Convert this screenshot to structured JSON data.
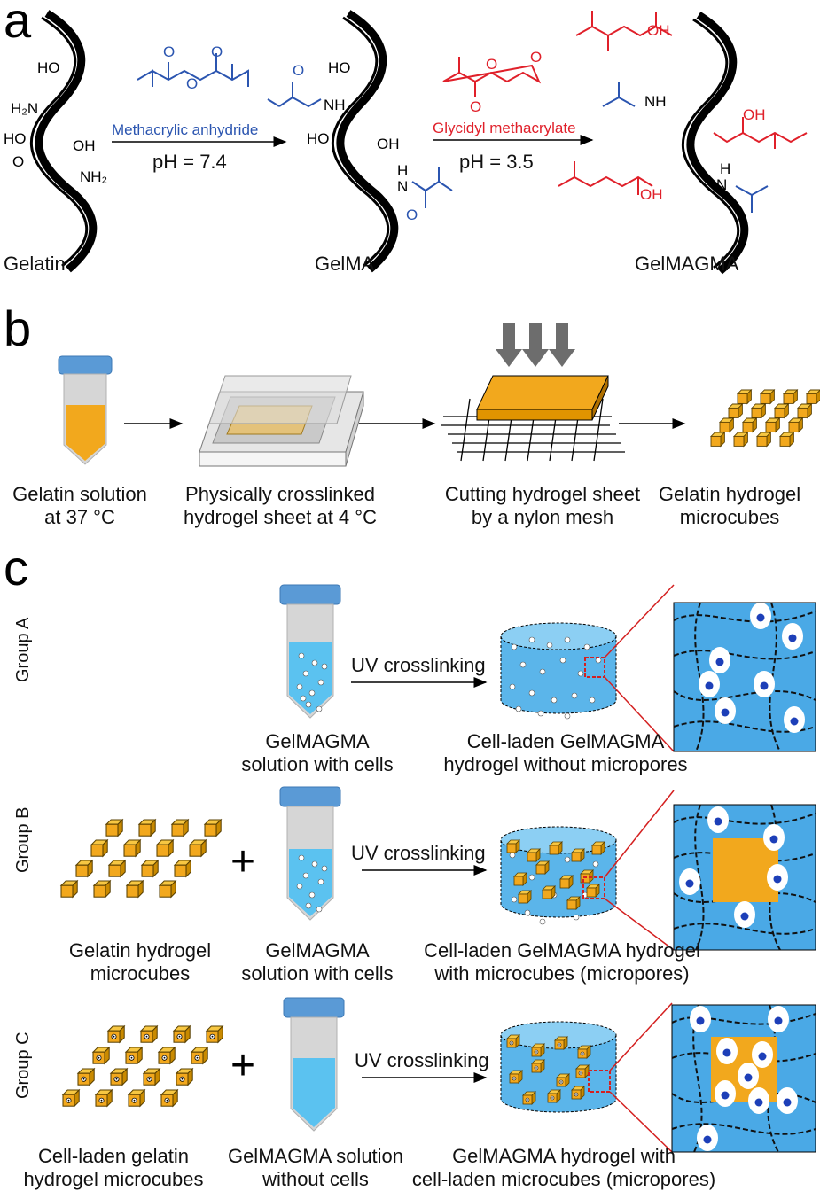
{
  "panels": {
    "a": "a",
    "b": "b",
    "c": "c"
  },
  "panel_a": {
    "reagent1": "Methacrylic anhydride",
    "ph1": "pH = 7.4",
    "reagent2": "Glycidyl methacrylate",
    "ph2": "pH = 3.5",
    "labels": {
      "gelatin": "Gelatin",
      "gelma": "GelMA",
      "gelmagma": "GelMAGMA"
    },
    "atoms": {
      "ho": "HO",
      "h2n": "H₂N",
      "nh2": "NH₂",
      "oh": "OH",
      "o": "O",
      "nh": "NH",
      "h": "H",
      "n": "N"
    },
    "colors": {
      "blue": "#2b55b0",
      "red": "#e0202a"
    }
  },
  "panel_b": {
    "step1": [
      "Gelatin solution",
      "at 37 °C"
    ],
    "step2": [
      "Physically crosslinked",
      "hydrogel sheet at 4 °C"
    ],
    "step3": [
      "Cutting hydrogel sheet",
      "by a nylon mesh"
    ],
    "step4": [
      "Gelatin hydrogel",
      "microcubes"
    ]
  },
  "panel_c": {
    "uv": "UV crosslinking",
    "plus": "+",
    "group_a": {
      "name": "Group A",
      "tube": [
        "GelMAGMA",
        "solution with cells"
      ],
      "gel": [
        "Cell-laden GelMAGMA",
        "hydrogel without micropores"
      ]
    },
    "group_b": {
      "name": "Group B",
      "cubes": [
        "Gelatin hydrogel",
        "microcubes"
      ],
      "tube": [
        "GelMAGMA",
        "solution with cells"
      ],
      "gel": [
        "Cell-laden GelMAGMA hydrogel",
        "with microcubes (micropores)"
      ]
    },
    "group_c": {
      "name": "Group C",
      "cubes": [
        "Cell-laden gelatin",
        "hydrogel microcubes"
      ],
      "tube": [
        "GelMAGMA solution",
        "without cells"
      ],
      "gel": [
        "GelMAGMA hydrogel with",
        "cell-laden microcubes (micropores)"
      ]
    }
  }
}
